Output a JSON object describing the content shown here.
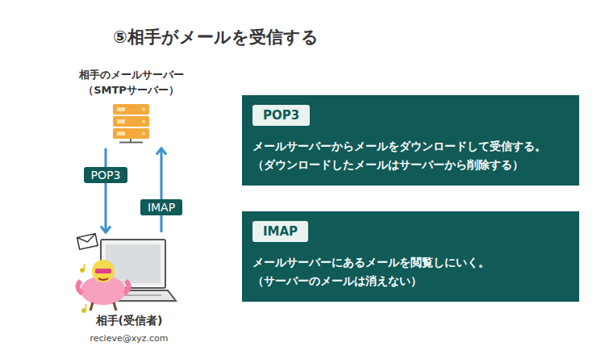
{
  "diagram": {
    "title": "⑤相手がメールを受信する",
    "nodes": [
      {
        "text": [
          "相手のメールサーバー （SMTPサーバー）"
        ]
      },
      {
        "text": [
          "相手(受信者)",
          "recieve@xyz.com"
        ]
      },
      {
        "text": [
          "メールサーバーからメールをダウンロードして受信する。",
          "（ダウンロードしたメールはサーバーから削除する）"
        ]
      },
      {
        "text": [
          "POP3"
        ],
        "in": 2
      },
      {
        "text": [
          "メールサーバーにあるメールを閲覧しにいく。",
          "（サーバーのメールは消えない）"
        ]
      },
      {
        "text": [
          "IMAP"
        ],
        "in": 4
      }
    ],
    "edges": [
      {
        "from": 0,
        "to": 1,
        "label": "POP3",
        "arrow": "to"
      },
      {
        "from": 1,
        "to": 0,
        "label": "IMAP",
        "arrow": "to"
      }
    ]
  }
}
